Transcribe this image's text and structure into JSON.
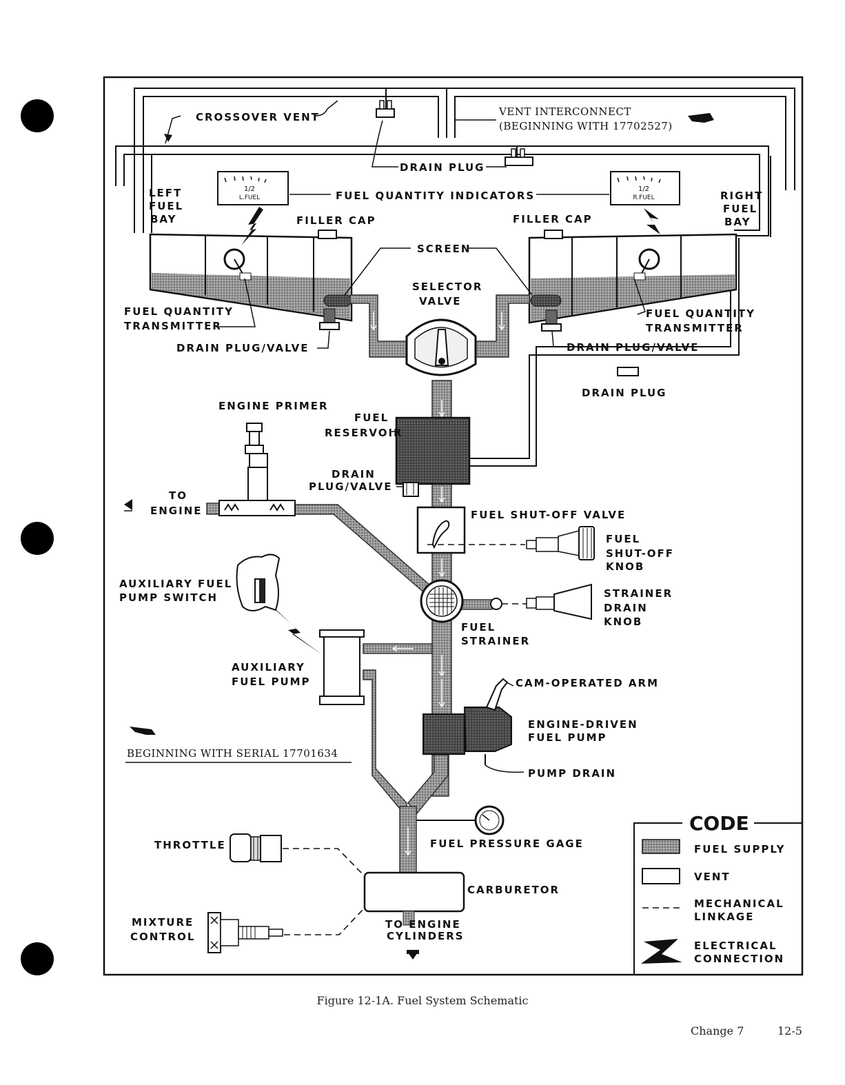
{
  "labels": {
    "crossover_vent": "CROSSOVER VENT",
    "vent_interconnect_1": "VENT INTERCONNECT",
    "vent_interconnect_2": "(BEGINNING WITH 17702527)",
    "drain_plug_top": "DRAIN PLUG",
    "left_bay_1": "LEFT",
    "left_bay_2": "FUEL",
    "left_bay_3": "BAY",
    "right_bay_1": "RIGHT",
    "right_bay_2": "FUEL",
    "right_bay_3": "BAY",
    "fuel_quantity_indicators": "FUEL QUANTITY INDICATORS",
    "gauge_left_half": "1/2",
    "gauge_left_name": "L.FUEL",
    "gauge_right_half": "1/2",
    "gauge_right_name": "R.FUEL",
    "filler_cap_left": "FILLER CAP",
    "filler_cap_right": "FILLER CAP",
    "screen": "SCREEN",
    "selector_valve_1": "SELECTOR",
    "selector_valve_2": "VALVE",
    "fqt_left_1": "FUEL QUANTITY",
    "fqt_left_2": "TRANSMITTER",
    "fqt_right_1": "FUEL QUANTITY",
    "fqt_right_2": "TRANSMITTER",
    "drain_plug_valve_left": "DRAIN PLUG/VALVE",
    "drain_plug_valve_right": "DRAIN PLUG/VALVE",
    "drain_plug_right": "DRAIN PLUG",
    "engine_primer": "ENGINE PRIMER",
    "fuel_reservoir_1": "FUEL",
    "fuel_reservoir_2": "RESERVOIR",
    "reservoir_drain_1": "DRAIN",
    "reservoir_drain_2": "PLUG/VALVE",
    "to_engine_1": "TO",
    "to_engine_2": "ENGINE",
    "fuel_shutoff_valve": "FUEL SHUT-OFF VALVE",
    "shutoff_knob_1": "FUEL",
    "shutoff_knob_2": "SHUT-OFF",
    "shutoff_knob_3": "KNOB",
    "aux_switch_1": "AUXILIARY FUEL",
    "aux_switch_2": "PUMP SWITCH",
    "strainer_knob_1": "STRAINER",
    "strainer_knob_2": "DRAIN",
    "strainer_knob_3": "KNOB",
    "fuel_strainer_1": "FUEL",
    "fuel_strainer_2": "STRAINER",
    "aux_pump_1": "AUXILIARY",
    "aux_pump_2": "FUEL PUMP",
    "cam_arm": "CAM-OPERATED ARM",
    "edp_1": "ENGINE-DRIVEN",
    "edp_2": "FUEL PUMP",
    "pump_drain": "PUMP DRAIN",
    "beginning_serial": "BEGINNING WITH SERIAL 17701634",
    "throttle": "THROTTLE",
    "fuel_pressure_gage": "FUEL PRESSURE GAGE",
    "carburetor": "CARBURETOR",
    "mixture_1": "MIXTURE",
    "mixture_2": "CONTROL",
    "to_cyl_1": "TO ENGINE",
    "to_cyl_2": "CYLINDERS"
  },
  "code_legend": {
    "title": "CODE",
    "fuel_supply": "FUEL SUPPLY",
    "vent": "VENT",
    "mech_1": "MECHANICAL",
    "mech_2": "LINKAGE",
    "elec_1": "ELECTRICAL",
    "elec_2": "CONNECTION"
  },
  "caption": "Figure 12-1A.  Fuel System Schematic",
  "footer": {
    "change": "Change 7",
    "page": "12-5"
  },
  "colors": {
    "fuel_fill": "#8a8a8a",
    "line": "#111111"
  }
}
